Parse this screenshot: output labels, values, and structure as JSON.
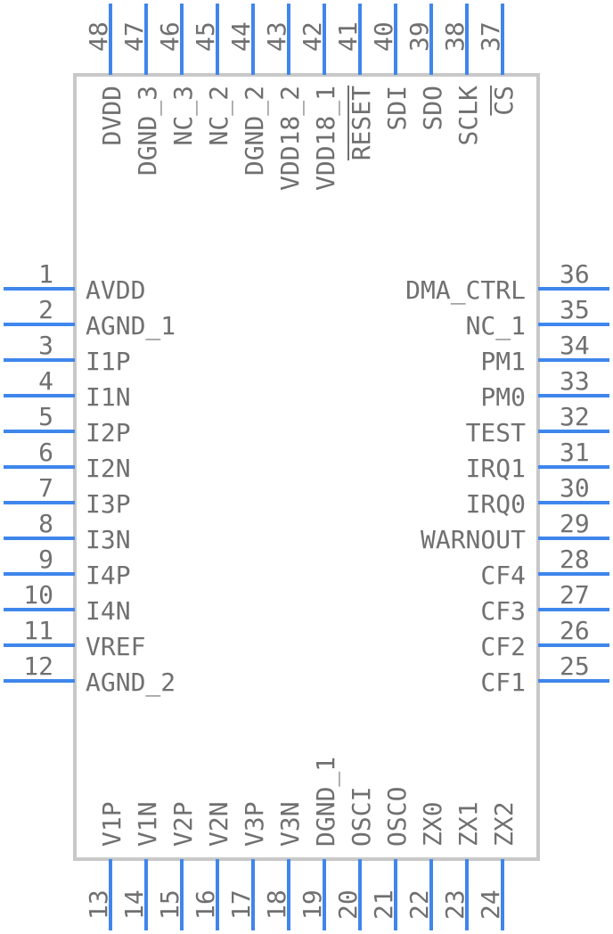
{
  "pins": [
    {
      "num": "1",
      "name": "AVDD"
    },
    {
      "num": "2",
      "name": "AGND_1"
    },
    {
      "num": "3",
      "name": "I1P"
    },
    {
      "num": "4",
      "name": "I1N"
    },
    {
      "num": "5",
      "name": "I2P"
    },
    {
      "num": "6",
      "name": "I2N"
    },
    {
      "num": "7",
      "name": "I3P"
    },
    {
      "num": "8",
      "name": "I3N"
    },
    {
      "num": "9",
      "name": "I4P"
    },
    {
      "num": "10",
      "name": "I4N"
    },
    {
      "num": "11",
      "name": "VREF"
    },
    {
      "num": "12",
      "name": "AGND_2"
    },
    {
      "num": "13",
      "name": "V1P"
    },
    {
      "num": "14",
      "name": "V1N"
    },
    {
      "num": "15",
      "name": "V2P"
    },
    {
      "num": "16",
      "name": "V2N"
    },
    {
      "num": "17",
      "name": "V3P"
    },
    {
      "num": "18",
      "name": "V3N"
    },
    {
      "num": "19",
      "name": "DGND_1"
    },
    {
      "num": "20",
      "name": "OSCI"
    },
    {
      "num": "21",
      "name": "OSCO"
    },
    {
      "num": "22",
      "name": "ZX0"
    },
    {
      "num": "23",
      "name": "ZX1"
    },
    {
      "num": "24",
      "name": "ZX2"
    },
    {
      "num": "25",
      "name": "CF1"
    },
    {
      "num": "26",
      "name": "CF2"
    },
    {
      "num": "27",
      "name": "CF3"
    },
    {
      "num": "28",
      "name": "CF4"
    },
    {
      "num": "29",
      "name": "WARNOUT"
    },
    {
      "num": "30",
      "name": "IRQ0"
    },
    {
      "num": "31",
      "name": "IRQ1"
    },
    {
      "num": "32",
      "name": "TEST"
    },
    {
      "num": "33",
      "name": "PM0"
    },
    {
      "num": "34",
      "name": "PM1"
    },
    {
      "num": "35",
      "name": "NC_1"
    },
    {
      "num": "36",
      "name": "DMA_CTRL"
    },
    {
      "num": "37",
      "name": "CS",
      "overbar": true
    },
    {
      "num": "38",
      "name": "SCLK"
    },
    {
      "num": "39",
      "name": "SDO"
    },
    {
      "num": "40",
      "name": "SDI"
    },
    {
      "num": "41",
      "name": "RESET",
      "overbar": true
    },
    {
      "num": "42",
      "name": "VDD18_1"
    },
    {
      "num": "43",
      "name": "VDD18_2"
    },
    {
      "num": "44",
      "name": "DGND_2"
    },
    {
      "num": "45",
      "name": "NC_2"
    },
    {
      "num": "46",
      "name": "NC_3"
    },
    {
      "num": "47",
      "name": "DGND_3"
    },
    {
      "num": "48",
      "name": "DVDD"
    }
  ],
  "colors": {
    "pin": "#3f86ec",
    "body_outline": "#c8c8c8",
    "text": "#707070"
  }
}
